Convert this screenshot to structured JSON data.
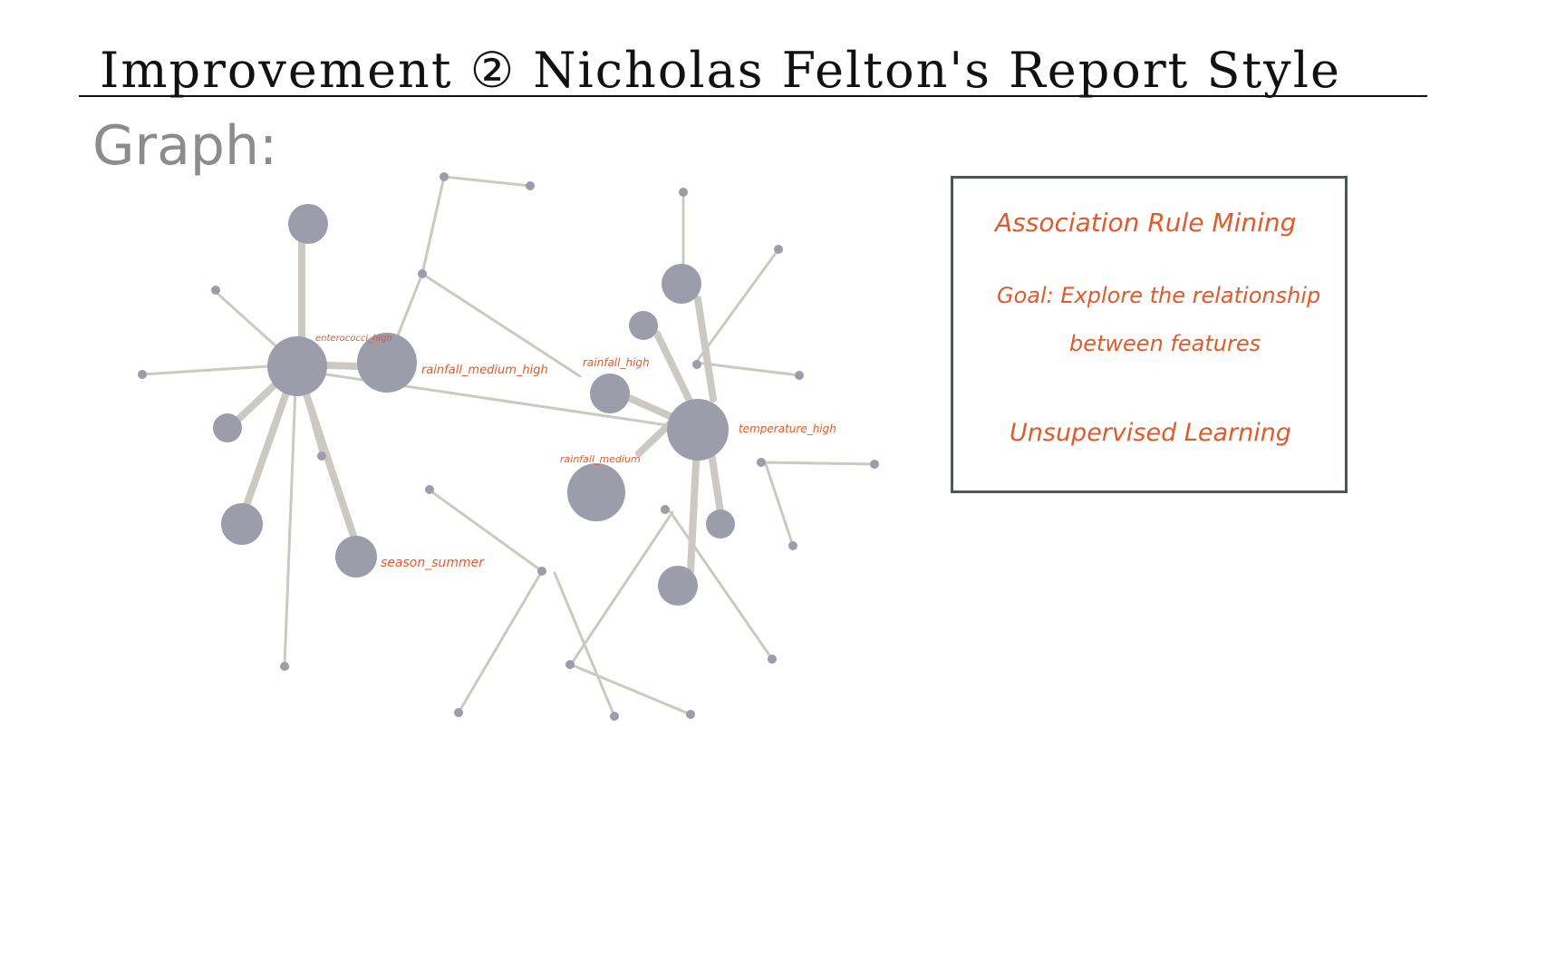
{
  "header": {
    "title": "Improvement ② Nicholas Felton's Report Style"
  },
  "section_label": "Graph:",
  "info_box": {
    "title": "Association Rule Mining",
    "goal_line1": "Goal: Explore the relationship",
    "goal_line2": "between features",
    "method": "Unsupervised Learning"
  },
  "diagram": {
    "node_labels": {
      "enterococci_high": "enterococci_high",
      "rainfall_medium_high": "rainfall_medium_high",
      "season_summer": "season_summer",
      "rainfall_high": "rainfall_high",
      "temperature_high": "temperature_high",
      "rainfall_medium": "rainfall_medium"
    },
    "colors": {
      "node": "#9d9cab",
      "edge": "#ccc9c2",
      "label": "#e05a2b"
    }
  }
}
